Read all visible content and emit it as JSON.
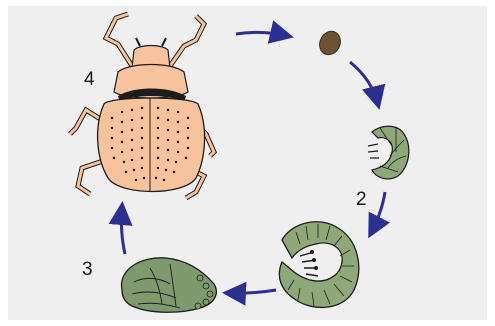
{
  "diagram": {
    "type": "life-cycle",
    "stages": [
      {
        "id": "egg",
        "label": ""
      },
      {
        "id": "young-larva",
        "label": ""
      },
      {
        "id": "mature-larva",
        "label": "2"
      },
      {
        "id": "pupa",
        "label": "3"
      },
      {
        "id": "adult-beetle",
        "label": "4"
      }
    ],
    "colors": {
      "background": "#efefef",
      "arrow": "#2b2f8f",
      "beetle_fill": "#f6c39c",
      "larva_fill": "#8fa87a",
      "pupa_fill": "#7f9a6c",
      "egg_fill": "#6b5233",
      "outline": "#1c1c1c"
    }
  }
}
